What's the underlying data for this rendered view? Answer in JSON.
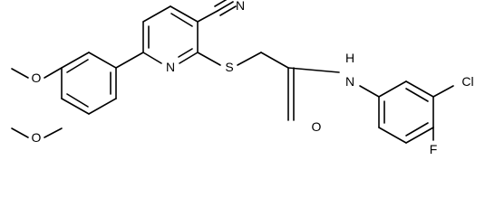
{
  "molecule": {
    "atom_labels": {
      "methoxy_o_upper": "O",
      "methoxy_o_lower": "O",
      "pyridine_n": "N",
      "nitrile_n": "N",
      "sulfur": "S",
      "carbonyl_o": "O",
      "amide_n": "N",
      "amide_h": "H",
      "chlorine": "Cl",
      "fluorine": "F"
    }
  }
}
